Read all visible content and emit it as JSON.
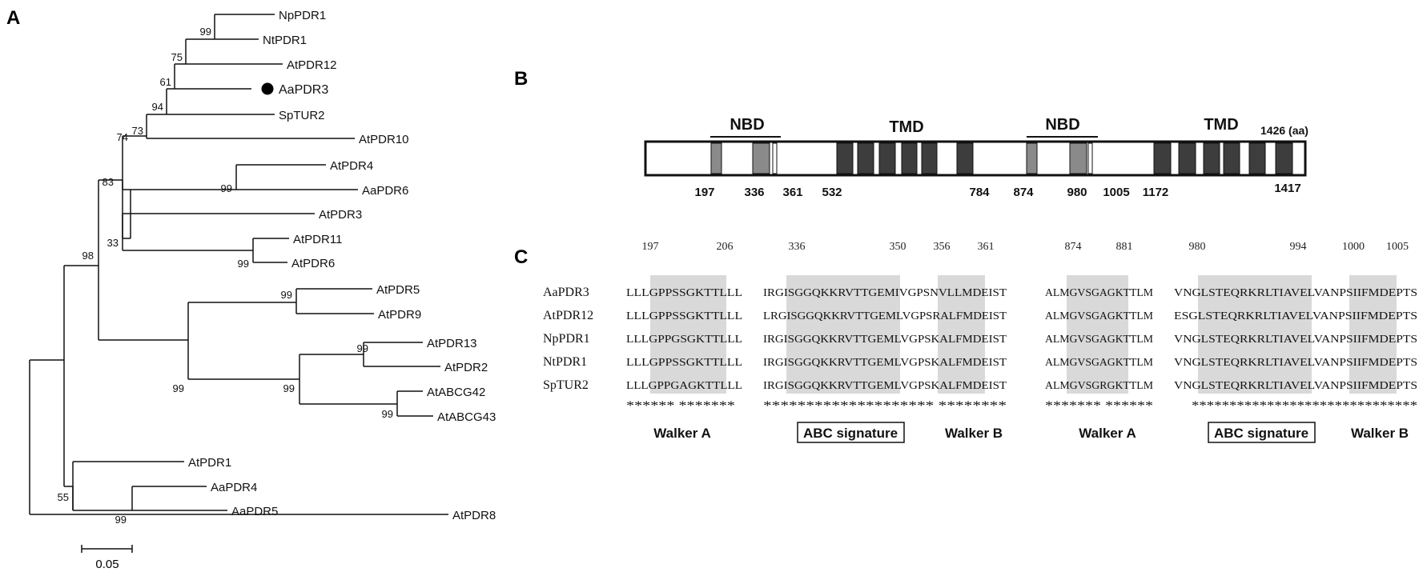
{
  "panels": {
    "a": "A",
    "b": "B",
    "c": "C"
  },
  "tree": {
    "taxa": [
      {
        "id": "np1",
        "label": "NpPDR1"
      },
      {
        "id": "nt1",
        "label": "NtPDR1"
      },
      {
        "id": "at12",
        "label": "AtPDR12"
      },
      {
        "id": "aa3",
        "label": "AaPDR3",
        "marked": true
      },
      {
        "id": "sp",
        "label": "SpTUR2"
      },
      {
        "id": "at10",
        "label": "AtPDR10"
      },
      {
        "id": "at4",
        "label": "AtPDR4"
      },
      {
        "id": "aa6",
        "label": "AaPDR6"
      },
      {
        "id": "at3",
        "label": "AtPDR3"
      },
      {
        "id": "at11",
        "label": "AtPDR11"
      },
      {
        "id": "at6",
        "label": "AtPDR6"
      },
      {
        "id": "at5",
        "label": "AtPDR5"
      },
      {
        "id": "at9",
        "label": "AtPDR9"
      },
      {
        "id": "at13",
        "label": "AtPDR13"
      },
      {
        "id": "at2",
        "label": "AtPDR2"
      },
      {
        "id": "g42",
        "label": "AtABCG42"
      },
      {
        "id": "g43",
        "label": "AtABCG43"
      },
      {
        "id": "at1",
        "label": "AtPDR1"
      },
      {
        "id": "aa4",
        "label": "AaPDR4"
      },
      {
        "id": "aa5",
        "label": "AaPDR5"
      },
      {
        "id": "at8",
        "label": "AtPDR8"
      }
    ],
    "bootstrap": [
      {
        "id": "n_np_nt",
        "value": "99"
      },
      {
        "id": "n_75",
        "value": "75"
      },
      {
        "id": "n_61",
        "value": "61"
      },
      {
        "id": "n_94",
        "value": "94"
      },
      {
        "id": "n_73",
        "value": "73"
      },
      {
        "id": "n_at4_aa6",
        "value": "99"
      },
      {
        "id": "n_74",
        "value": "74"
      },
      {
        "id": "n_at11_at6",
        "value": "99"
      },
      {
        "id": "n_33",
        "value": "33"
      },
      {
        "id": "n_83",
        "value": "83"
      },
      {
        "id": "n_at5_at9",
        "value": "99"
      },
      {
        "id": "n_at13_at2",
        "value": "99"
      },
      {
        "id": "n_g42_g43",
        "value": "99"
      },
      {
        "id": "n_clade_13_2_g",
        "value": "99"
      },
      {
        "id": "n_clade_5_13",
        "value": "99"
      },
      {
        "id": "n_98",
        "value": "98"
      },
      {
        "id": "n_aa4_aa5",
        "value": "99"
      },
      {
        "id": "n_55",
        "value": "55"
      }
    ],
    "scale_bar_label": "0.05"
  },
  "domain_map": {
    "total_label": "1426 (aa)",
    "region_labels": [
      "NBD",
      "TMD",
      "NBD",
      "TMD"
    ],
    "positions": [
      "197",
      "336",
      "361",
      "532",
      "784",
      "874",
      "980",
      "1005",
      "1172",
      "1417"
    ]
  },
  "alignment": {
    "rows": [
      {
        "name": "AaPDR3",
        "blocks": [
          "LLLGPPSSGKTTLLL",
          "IRGISGGQKKRVTTGEMIVGPSNVLLMDEIST",
          "ALMGVSGAGKTTLM",
          "VNGLSTEQRKRLTIAVELVANPSIIFMDEPTS"
        ]
      },
      {
        "name": "AtPDR12",
        "blocks": [
          "LLLGPPSSGKTTLLL",
          "LRGISGGQKKRVTTGEMLVGPSRALFMDEIST",
          "ALMGVSGAGKTTLM",
          "ESGLSTEQRKRLTIAVELVANPSIIFMDEPTS"
        ]
      },
      {
        "name": "NpPDR1",
        "blocks": [
          "LLLGPPGSGKTTLLL",
          "IRGISGGQKKRVTTGEMLVGPSKALFMDEIST",
          "ALMGVSGAGKTTLM",
          "VNGLSTEQRKRLTIAVELVANPSIIFMDEPTS"
        ]
      },
      {
        "name": "NtPDR1",
        "blocks": [
          "LLLGPPSSGKTTLLL",
          "IRGISGGQKKRVTTGEMLVGPSKALFMDEIST",
          "ALMGVSGAGKTTLM",
          "VNGLSTEQRKRLTIAVELVANPSIIFMDEPTS"
        ]
      },
      {
        "name": "SpTUR2",
        "blocks": [
          "LLLGPPGAGKTTLLL",
          "IRGISGGQKKRVTTGEMLVGPSKALFMDEIST",
          "ALMGVSGRGKTTLM",
          "VNGLSTEQRKRLTIAVELVANPSIIFMDEPTS"
        ]
      }
    ],
    "consensus": [
      "****** *******",
      "******************** ********",
      "******* ******",
      "******************************"
    ],
    "position_labels": [
      "197",
      "206",
      "336",
      "350",
      "356",
      "361",
      "874",
      "881",
      "980",
      "994",
      "1000",
      "1005"
    ],
    "motif_labels": [
      {
        "text": "Walker A",
        "boxed": false
      },
      {
        "text": "ABC signature",
        "boxed": true
      },
      {
        "text": "Walker B",
        "boxed": false
      },
      {
        "text": "Walker A",
        "boxed": false
      },
      {
        "text": "ABC signature",
        "boxed": true
      },
      {
        "text": "Walker B",
        "boxed": false
      }
    ]
  },
  "colors": {
    "line": "#111111",
    "shade": "#d9d9d9",
    "nbd_box": "#8a8a8a",
    "tmd_box": "#3d3d3d"
  }
}
